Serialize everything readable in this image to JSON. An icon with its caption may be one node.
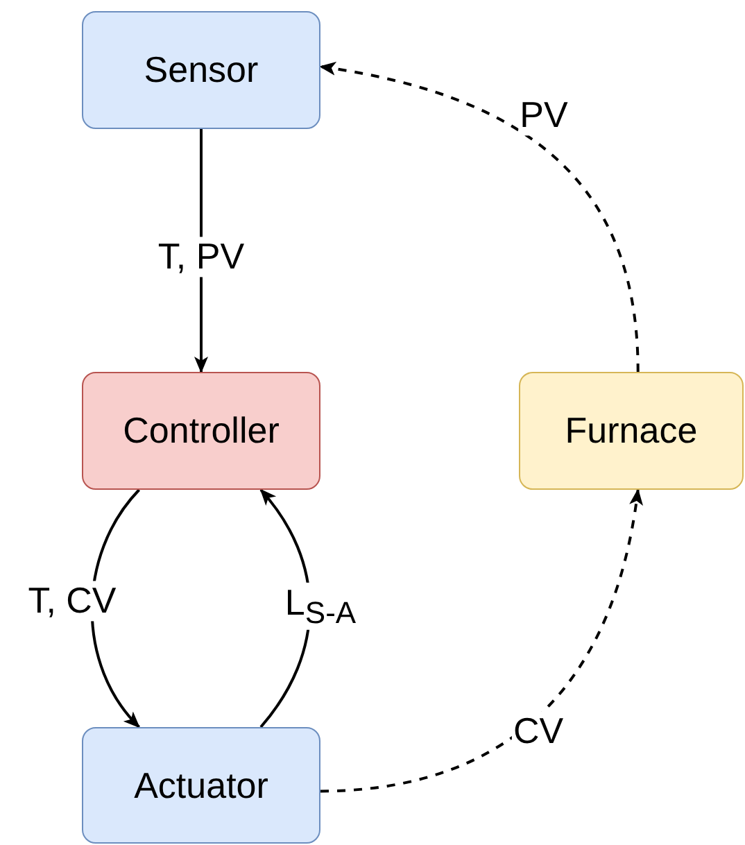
{
  "diagram": {
    "nodes": [
      {
        "text": [
          "Sensor"
        ]
      },
      {
        "text": [
          "Controller"
        ]
      },
      {
        "text": [
          "Furnace"
        ]
      },
      {
        "text": [
          "Actuator"
        ]
      }
    ],
    "edges": [
      {
        "from": 0,
        "to": 1,
        "arrow": "to",
        "label": "T, PV"
      },
      {
        "from": 1,
        "to": 3,
        "arrow": "to",
        "label": "T, CV"
      },
      {
        "from": 3,
        "to": 1,
        "arrow": "to",
        "label": "L$_{S-A}$"
      },
      {
        "from": 3,
        "to": 2,
        "arrow": "to",
        "label": "CV",
        "style": "dashed"
      },
      {
        "from": 2,
        "to": 0,
        "arrow": "to",
        "label": "PV",
        "style": "dashed"
      }
    ]
  }
}
